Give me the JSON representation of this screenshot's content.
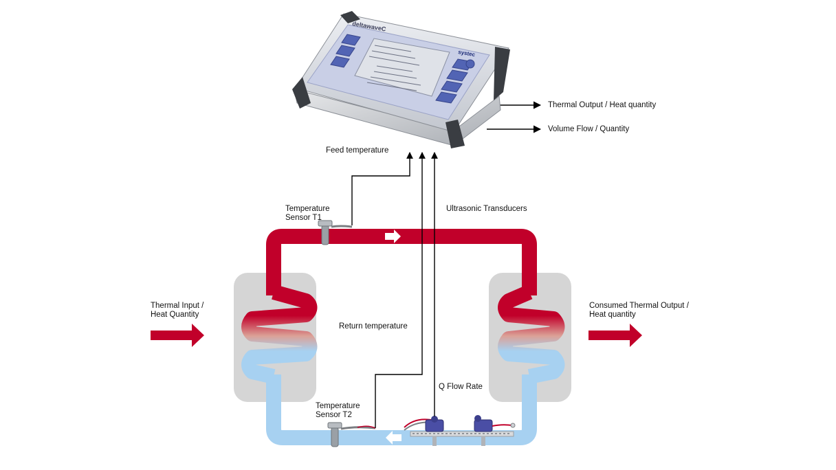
{
  "device": {
    "brand": "deltawaveC",
    "maker": "systec"
  },
  "outputs": {
    "thermal_output": "Thermal Output / Heat quantity",
    "volume_flow": "Volume Flow / Quantity"
  },
  "signals": {
    "feed_temperature": "Feed temperature",
    "ultrasonic_transducers": "Ultrasonic Transducers",
    "return_temperature": "Return temperature",
    "q_flow_rate": "Q Flow Rate"
  },
  "sensors": {
    "t1_line1": "Temperature",
    "t1_line2": "Sensor T1",
    "t2_line1": "Temperature",
    "t2_line2": "Sensor T2"
  },
  "heat_exchangers": {
    "input_line1": "Thermal Input /",
    "input_line2": "Heat Quantity",
    "output_line1": "Consumed Thermal Output /",
    "output_line2": "Heat quantity"
  },
  "colors": {
    "hot_pipe": "#c1002a",
    "cold_pipe": "#a7d1f1",
    "exchanger_box": "#d5d5d5",
    "device_panel": "#c9cfe6",
    "device_button": "#5264b4"
  }
}
